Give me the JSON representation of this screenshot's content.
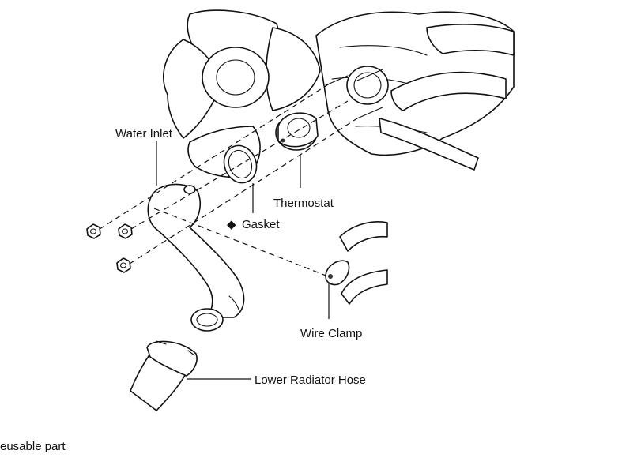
{
  "labels": {
    "water_inlet": "Water Inlet",
    "thermostat": "Thermostat",
    "gasket_marker": "◆",
    "gasket": "Gasket",
    "wire_clamp": "Wire Clamp",
    "lower_radiator_hose": "Lower Radiator Hose",
    "footnote": "eusable part"
  },
  "colors": {
    "line": "#111111",
    "background": "#ffffff"
  }
}
